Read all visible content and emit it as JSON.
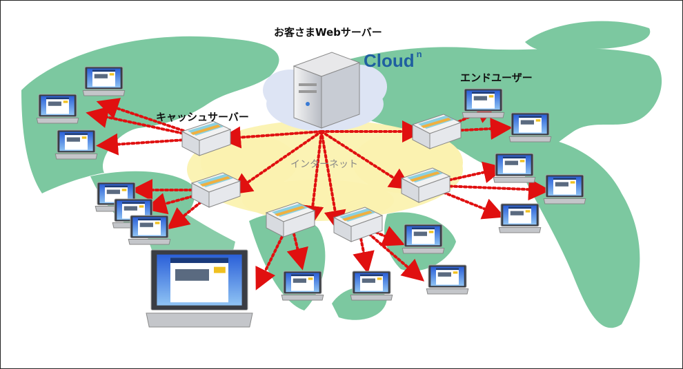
{
  "labels": {
    "web_server": "お客さまWebサーバー",
    "cloud_brand": "Cloud",
    "cloud_brand_sup": "n",
    "end_users": "エンドユーザー",
    "cache_server": "キャッシュサーバー",
    "internet": "インターネット"
  },
  "colors": {
    "map": "#7cc8a0",
    "internet_cloud": "#fbf2b0",
    "server_cloud": "#dde4f4",
    "arrows": "#e01010",
    "brand": "#1f5fa0"
  }
}
